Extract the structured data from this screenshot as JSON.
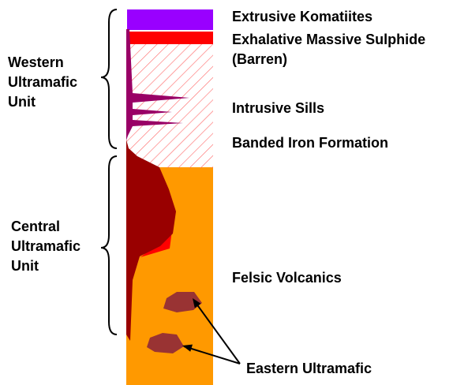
{
  "units": {
    "western": [
      "Western",
      "Ultramafic",
      "Unit"
    ],
    "central": [
      "Central",
      "Ultramafic",
      "Unit"
    ]
  },
  "labels": {
    "komatiites": "Extrusive Komatiites",
    "sulphide_1": "Exhalative Massive Sulphide",
    "sulphide_2": "(Barren)",
    "sills": "Intrusive Sills",
    "bif": "Banded Iron Formation",
    "felsic": "Felsic Volcanics",
    "eastern": "Eastern Ultramafic"
  },
  "colors": {
    "komatiite": "#9900ff",
    "sulphide": "#ff0000",
    "hatch": "#ff6666",
    "sill": "#990066",
    "felsic": "#ff9900",
    "central_ultramafic": "#990000",
    "eastern_ultramafic": "#993333"
  }
}
